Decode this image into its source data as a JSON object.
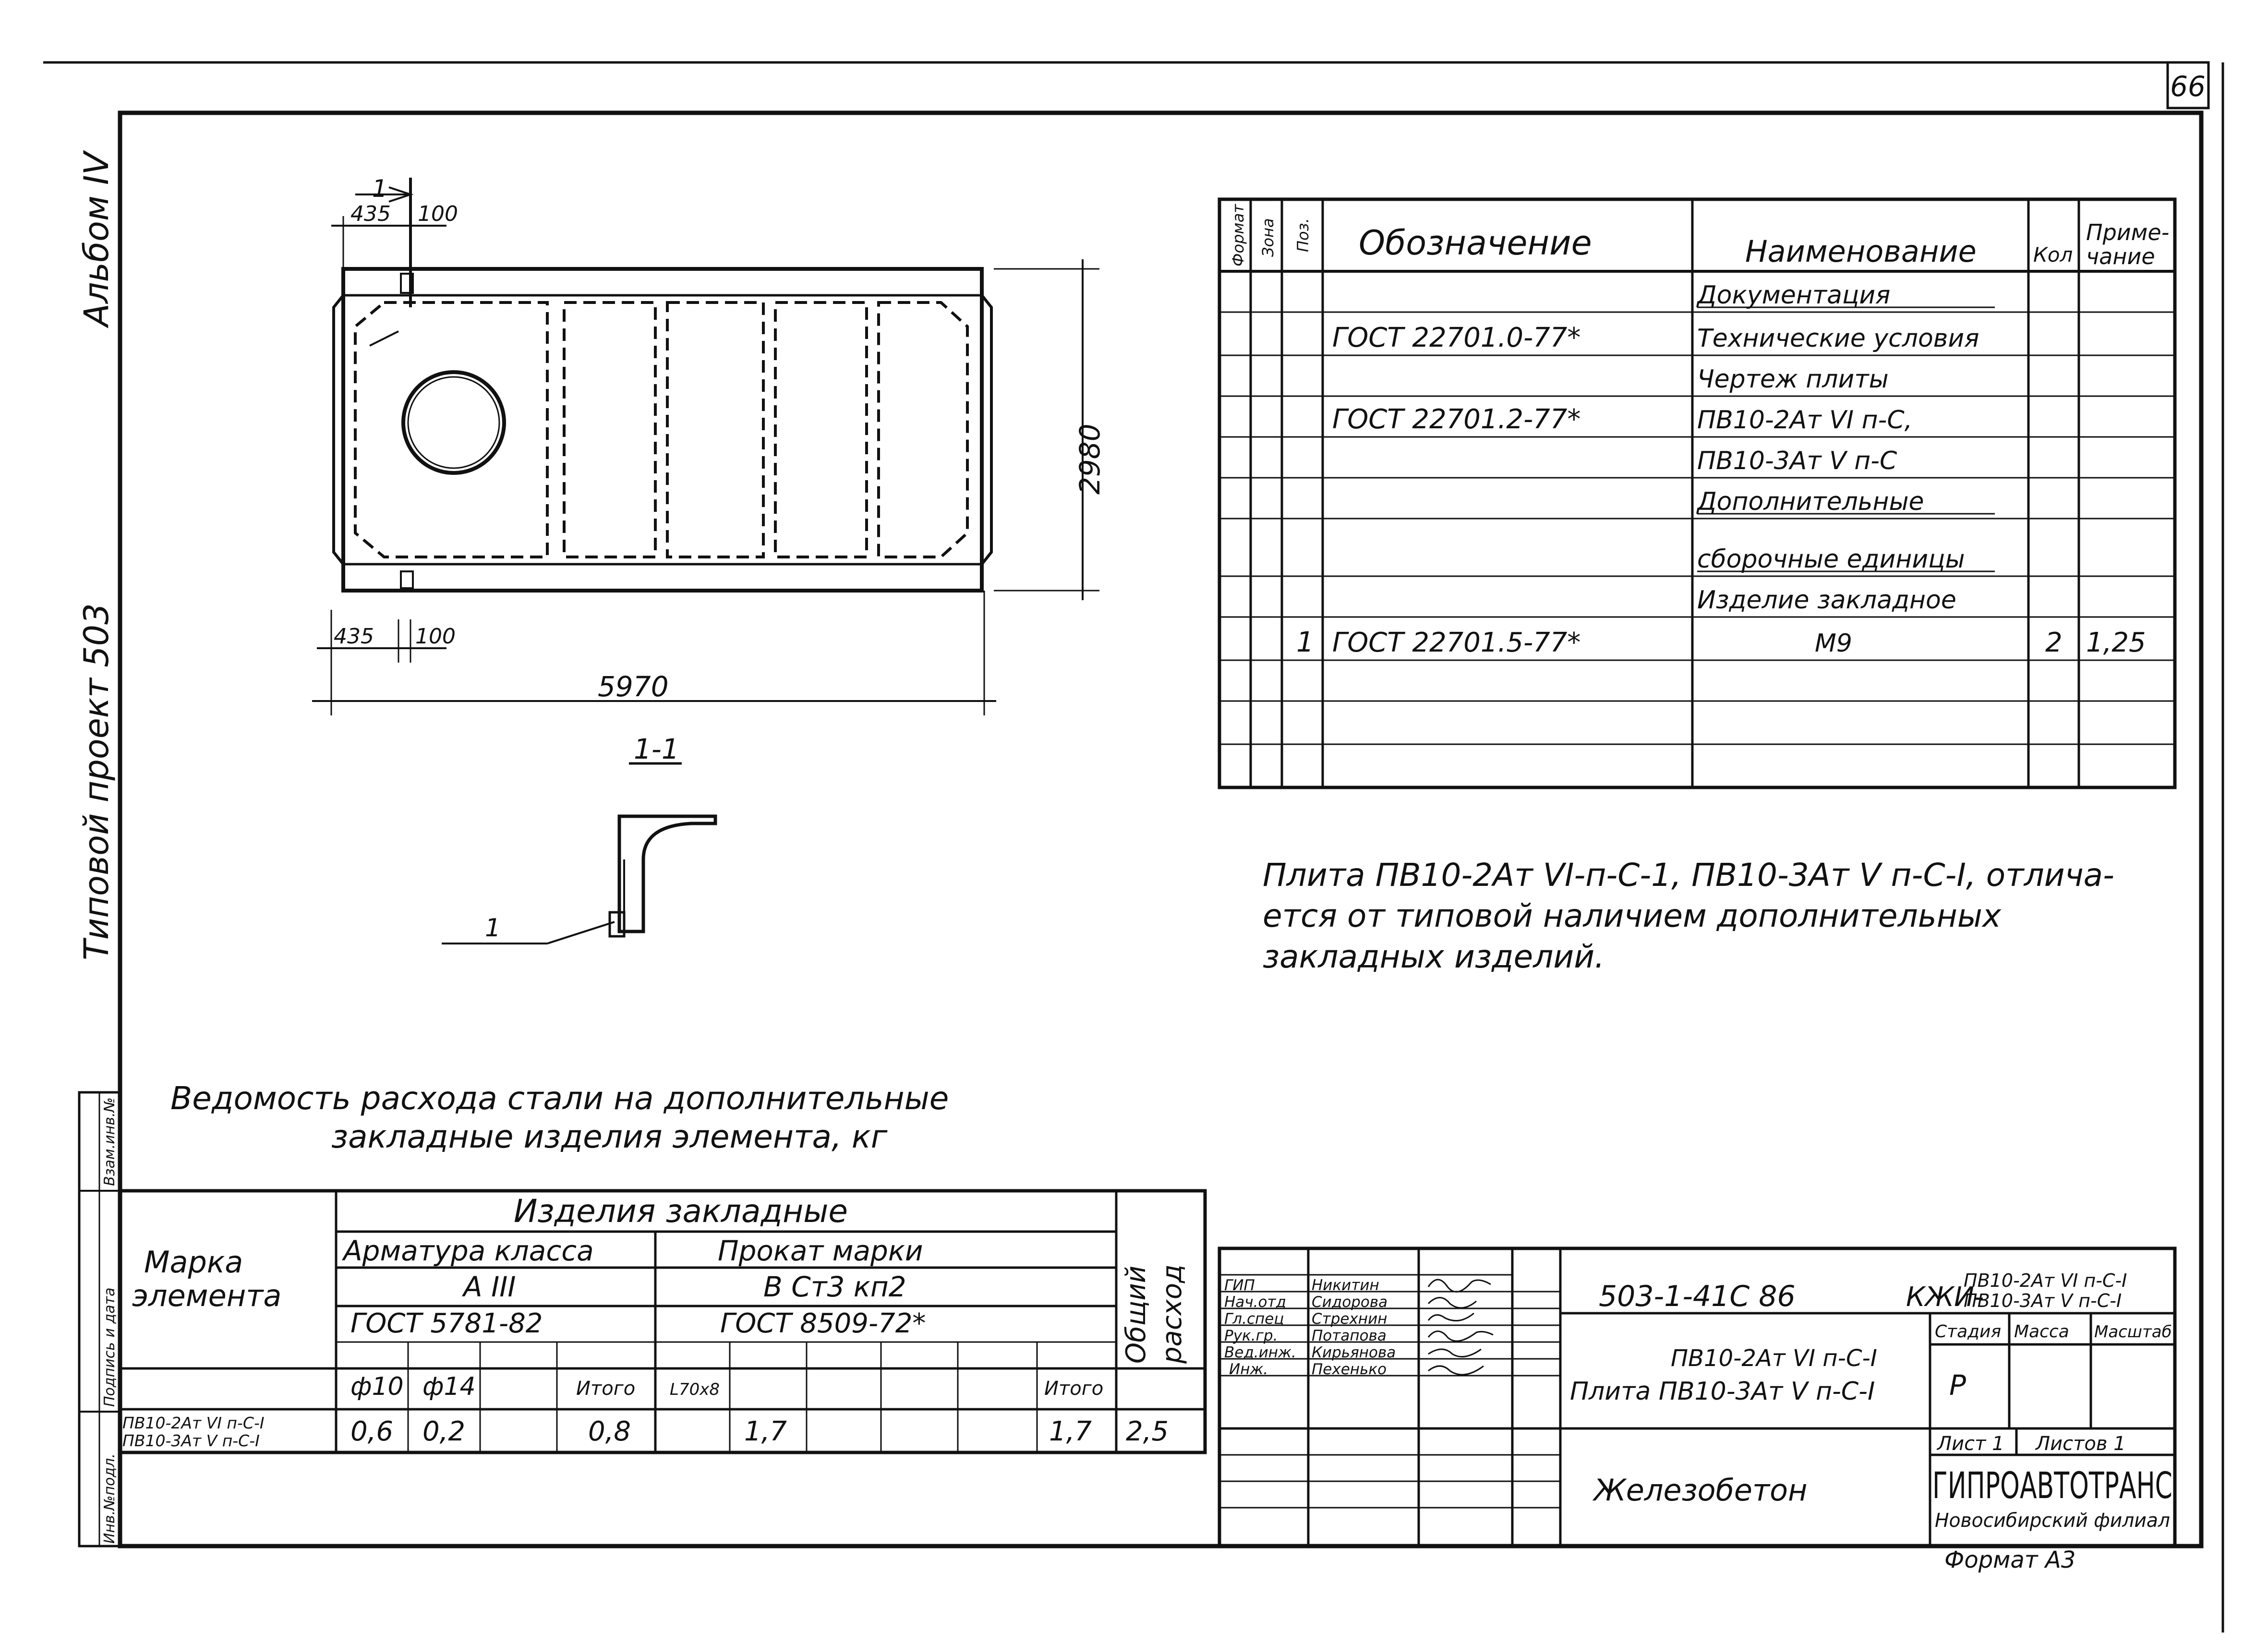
{
  "page_number": "66",
  "album": "Альбом IV",
  "project": "Типовой проект 503",
  "plan": {
    "dim_section_top": "1",
    "dim_435_top": "435",
    "dim_100_top": "100",
    "dim_435_bottom": "435",
    "dim_100_bottom": "100",
    "dim_length": "5970",
    "dim_width": "2980",
    "section_title": "1-1",
    "callout_1": "1"
  },
  "spec": {
    "headers": {
      "format": "Формат",
      "zone": "Зона",
      "pos": "Поз.",
      "designation": "Обозначение",
      "name": "Наименование",
      "qty": "Кол",
      "note": "Приме-\nчание"
    },
    "rows": [
      {
        "pos": "",
        "designation": "",
        "name": "Документация",
        "qty": "",
        "note": ""
      },
      {
        "pos": "",
        "designation": "ГОСТ 22701.0-77*",
        "name": "Технические условия",
        "qty": "",
        "note": ""
      },
      {
        "pos": "",
        "designation": "",
        "name": "Чертеж плиты",
        "qty": "",
        "note": ""
      },
      {
        "pos": "",
        "designation": "ГОСТ 22701.2-77*",
        "name": "ПВ10-2Ат VI п-С,",
        "qty": "",
        "note": ""
      },
      {
        "pos": "",
        "designation": "",
        "name": "ПВ10-3Ат V п-С",
        "qty": "",
        "note": ""
      },
      {
        "pos": "",
        "designation": "",
        "name": "Дополнительные",
        "qty": "",
        "note": ""
      },
      {
        "pos": "",
        "designation": "",
        "name": "сборочные единицы",
        "qty": "",
        "note": ""
      },
      {
        "pos": "",
        "designation": "",
        "name": "Изделие закладное",
        "qty": "",
        "note": ""
      },
      {
        "pos": "1",
        "designation": "ГОСТ 22701.5-77*",
        "name": "М9",
        "qty": "2",
        "note": "1,25"
      },
      {
        "pos": "",
        "designation": "",
        "name": "",
        "qty": "",
        "note": ""
      },
      {
        "pos": "",
        "designation": "",
        "name": "",
        "qty": "",
        "note": ""
      },
      {
        "pos": "",
        "designation": "",
        "name": "",
        "qty": "",
        "note": ""
      }
    ]
  },
  "note_lines": [
    "Плита ПВ10-2Ат VI-п-С-1, ПВ10-3Ат V п-С-I, отлича-",
    "ется от типовой наличием дополнительных",
    "закладных изделий."
  ],
  "steel": {
    "title_line1": "Ведомость расхода стали на дополнительные",
    "title_line2": "закладные изделия элемента, кг",
    "h_embedded": "Изделия закладные",
    "h_mark": "Марка элемента",
    "h_rebar": "Арматура класса",
    "h_rebar_class": "A III",
    "h_rebar_gost": "ГОСТ 5781-82",
    "h_rolled": "Прокат марки",
    "h_rolled_grade": "В Ст3 кп2",
    "h_rolled_gost": "ГОСТ 8509-72*",
    "h_total": "Общий расход",
    "c_d10": "ф10",
    "c_d14": "ф14",
    "c_sum1": "Итого",
    "c_angle": "L70х8",
    "c_sum2": "Итого",
    "row_mark1": "ПВ10-2Ат VI п-С-I",
    "row_mark2": "ПВ10-3Ат V п-С-I",
    "v_d10": "0,6",
    "v_d14": "0,2",
    "v_sum1": "0,8",
    "v_angle": "1,7",
    "v_sum2": "1,7",
    "v_total": "2,5"
  },
  "left_strip": [
    "Инв.№подл.",
    "Подпись и дата",
    "Взам.инв.№"
  ],
  "title_block": {
    "roles": [
      "ГИП",
      "Нач.отд",
      "Гл.спец",
      "Рук.гр.",
      "Вед.инж.",
      "Инж."
    ],
    "names": [
      "Никитин",
      "Сидорова",
      "Стрехнин",
      "Потапова",
      "Кирьянова",
      "Пехенько"
    ],
    "code": "503-1-41С 86",
    "kzhi": "КЖИ-",
    "kzhi_line1": "ПВ10-2Ат VI п-С-I",
    "kzhi_line2": "ПВ10-3Ат V п-С-I",
    "title_line1": "ПВ10-2Ат VI п-С-I",
    "title_line2": "Плита ПВ10-3Ат V п-С-I",
    "stage_label": "Стадия",
    "mass_label": "Масса",
    "scale_label": "Масштаб",
    "stage_value": "Р",
    "sheet_label": "Лист 1",
    "sheets_label": "Листов 1",
    "material": "Железобетон",
    "org": "ГИПРОАВТОТРАНС",
    "branch": "Новосибирский филиал",
    "format": "Формат А3"
  }
}
